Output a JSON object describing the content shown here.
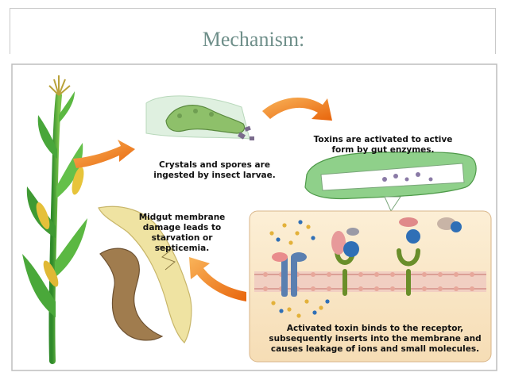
{
  "slide": {
    "title": "Mechanism:"
  },
  "figure": {
    "steps": [
      {
        "text": "Crystals and spores are ingested by insect larvae."
      },
      {
        "text": "Toxins are activated to active form by gut enzymes."
      },
      {
        "text": "Midgut membrane damage leads to starvation or septicemia."
      },
      {
        "text": "Activated toxin binds to the receptor, subsequently inserts into the membrane and causes leakage of ions and small molecules."
      }
    ],
    "colors": {
      "arrow": "#f07d14",
      "inset_background": "#fbe9c8",
      "membrane": "#e8b6a8",
      "receptor": "#6a8e2a",
      "toxin_blue": "#2f6fb6",
      "larva": "#8ec06a"
    },
    "icons": [
      "corn-plant-icon",
      "caterpillar-icon",
      "curved-arrow-icon",
      "larva-gut-icon",
      "damaged-midgut-icon",
      "membrane-receptor-icon"
    ]
  }
}
